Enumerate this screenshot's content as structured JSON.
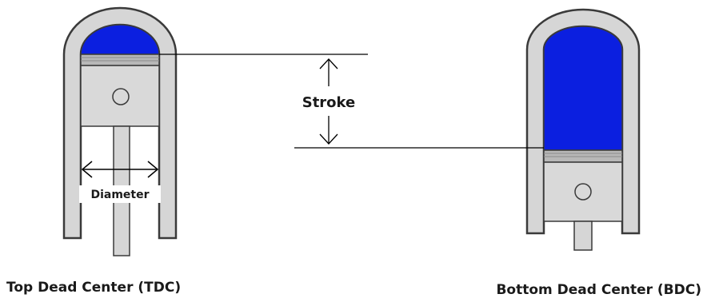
{
  "labels": {
    "stroke": "Stroke",
    "diameter": "Diameter",
    "tdc_caption": "Top Dead Center (TDC)",
    "bdc_caption": "Bottom Dead Center (BDC)"
  },
  "colors": {
    "cylinder_wall": "#d6d6d6",
    "outline": "#3a3a3a",
    "chamber_fill": "#0b1fe0",
    "piston_body": "#d9d9d9",
    "piston_rings": "#b8b8b8",
    "rod": "#d6d6d6",
    "lines": "#000000"
  }
}
